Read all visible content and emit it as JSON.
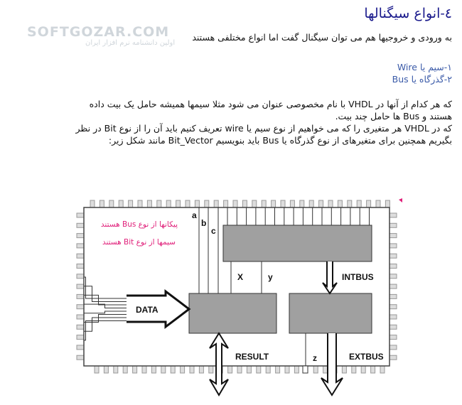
{
  "watermark": {
    "brand": "SOFTGOZAR.COM",
    "tagline": "اولین دانشنامه نرم افزار ایران"
  },
  "heading": "٤-انواع سیگنالها",
  "intro": "به ورودی و خروجیها هم می توان سیگنال گفت اما انواع مختلفی هستند",
  "list": [
    "۱-سیم یا Wire",
    "۲-گذرگاه یا Bus"
  ],
  "paragraph": [
    "که هر کدام از آنها در VHDL با نام مخصوصی عنوان می شود مثلا سیمها همیشه حامل یک بیت داده",
    "هستند و Bus ها حامل چند بیت.",
    "که در VHDL هر متغیری را که می خواهیم از نوع سیم یا wire تعریف کنیم باید آن را از نوع Bit در نظر",
    "بگیریم همچنین برای متغیرهای از نوع گذرگاه یا Bus باید بنویسیم Bit_Vector مانند شکل زیر:"
  ],
  "diagram": {
    "legend": [
      "پیکانها از نوع Bus هستند",
      "سیمها از نوع Bit هستند"
    ],
    "legend_color": "#e0207a",
    "labels": {
      "a": "a",
      "b": "b",
      "c": "c",
      "x": "X",
      "y": "y",
      "z": "z",
      "data": "DATA",
      "intbus": "INTBUS",
      "result": "RESULT",
      "extbus": "EXTBUS"
    },
    "block_color": "#a0a0a0"
  }
}
